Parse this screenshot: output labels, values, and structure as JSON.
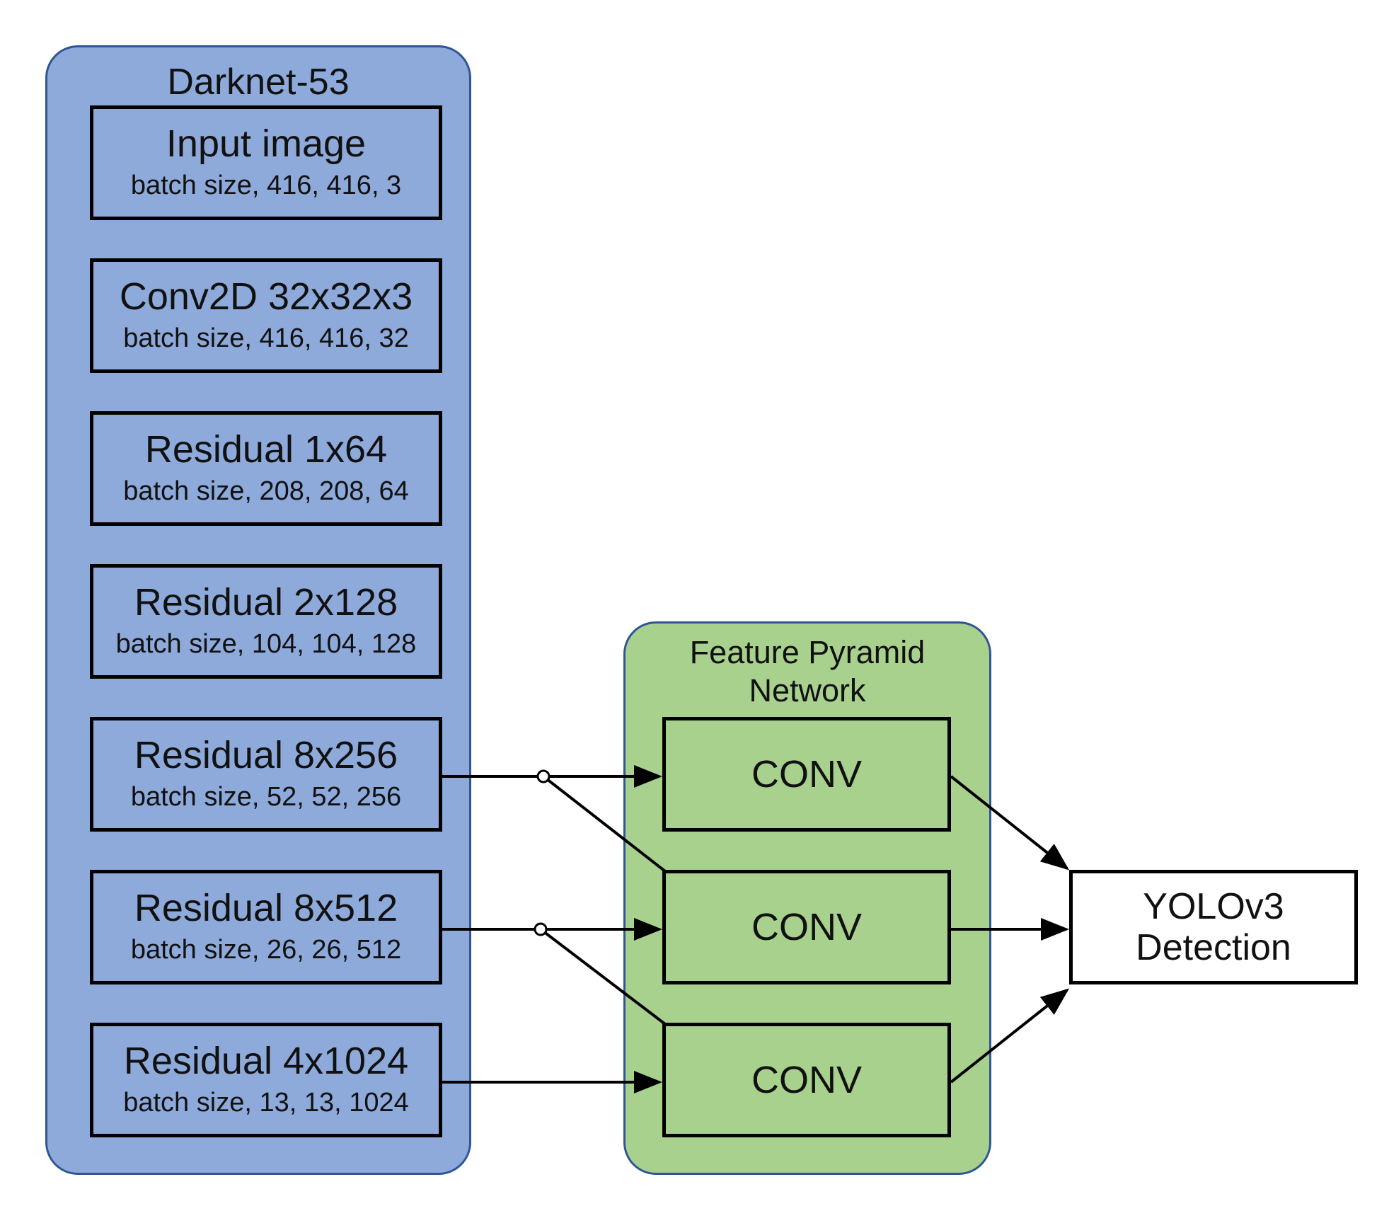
{
  "colors": {
    "darknet_fill": "#8eaadb",
    "darknet_border": "#2f5597",
    "fpn_fill": "#a9d18e",
    "fpn_border": "#2f5597",
    "block_border": "#000000",
    "detection_fill": "#ffffff",
    "arrow": "#000000"
  },
  "darknet": {
    "title": "Darknet-53",
    "blocks": [
      {
        "title": "Input image",
        "sub": "batch size, 416, 416, 3"
      },
      {
        "title": "Conv2D 32x32x3",
        "sub": "batch size, 416, 416, 32"
      },
      {
        "title": "Residual 1x64",
        "sub": "batch size, 208, 208, 64"
      },
      {
        "title": "Residual 2x128",
        "sub": "batch size, 104, 104, 128"
      },
      {
        "title": "Residual 8x256",
        "sub": "batch size, 52, 52, 256"
      },
      {
        "title": "Residual 8x512",
        "sub": "batch size, 26, 26, 512"
      },
      {
        "title": "Residual 4x1024",
        "sub": "batch size, 13, 13, 1024"
      }
    ]
  },
  "fpn": {
    "title_line1": "Feature Pyramid",
    "title_line2": "Network",
    "convs": [
      "CONV",
      "CONV",
      "CONV"
    ]
  },
  "detection": {
    "line1": "YOLOv3",
    "line2": "Detection"
  }
}
